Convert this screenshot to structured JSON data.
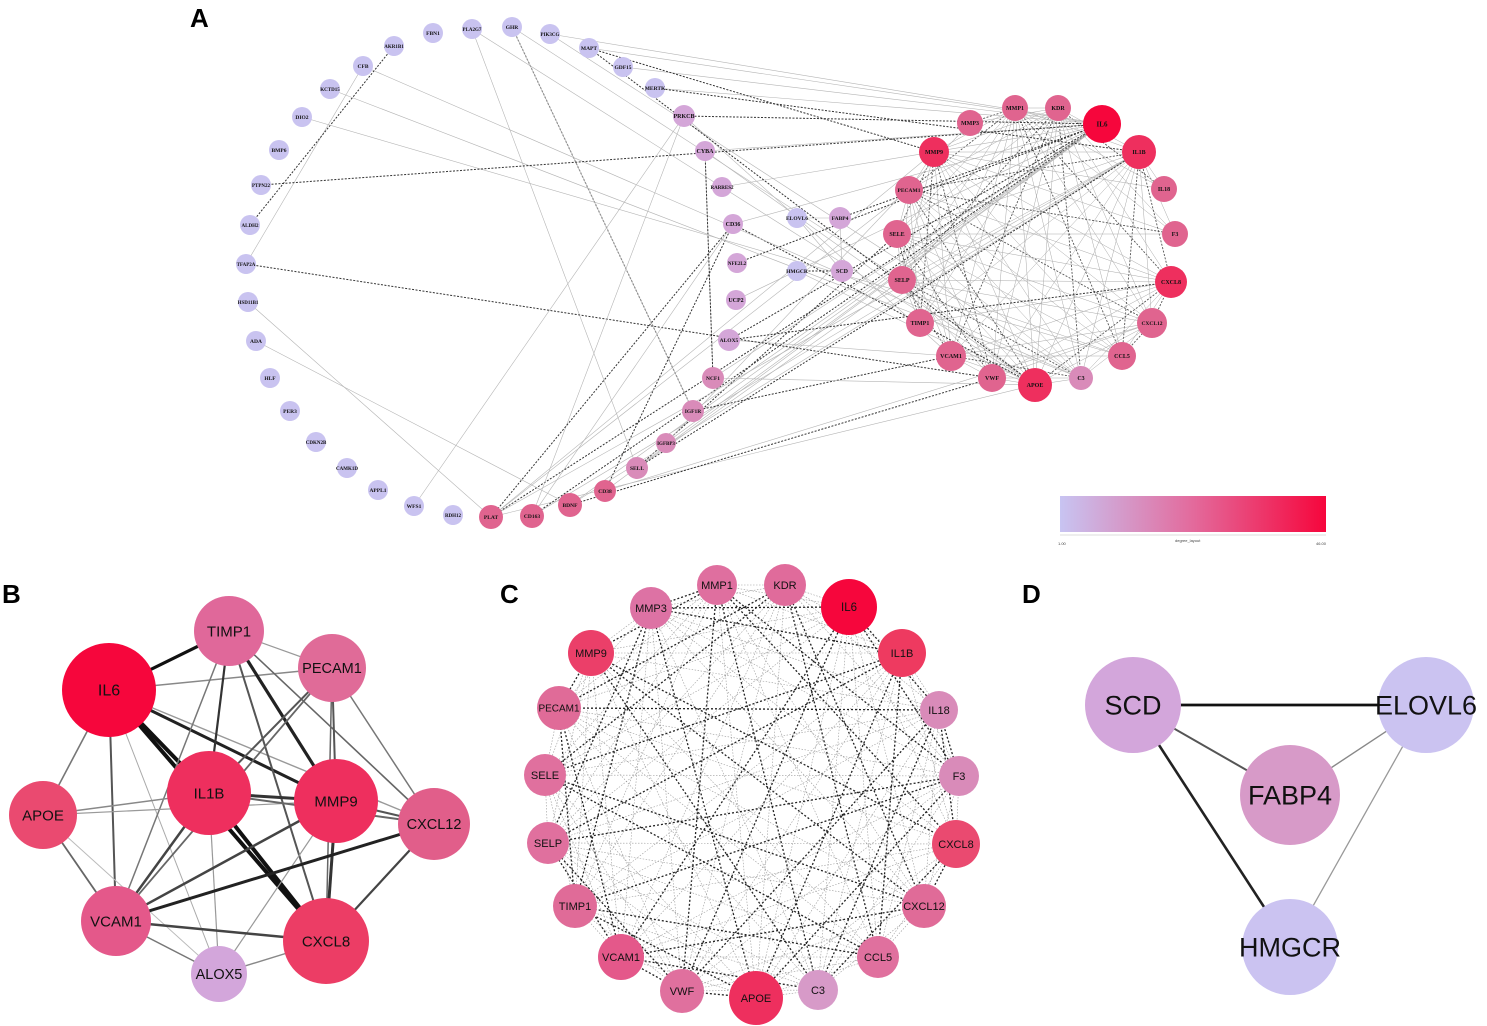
{
  "panels": {
    "A": {
      "letter": "A",
      "legend": {
        "color_low": "#c8c4f2",
        "color_high": "#f6063c",
        "min_label": "1.00",
        "max_label": "46.00",
        "caption": "degree_layout"
      },
      "nodes": [
        "IL6",
        "MMP1",
        "KDR",
        "MMP3",
        "MMP9",
        "IL1B",
        "IL18",
        "PECAM1",
        "SELE",
        "F3",
        "SELP",
        "CXCL8",
        "TIMP1",
        "CXCL12",
        "VCAM1",
        "CCL5",
        "VWF",
        "APOE",
        "C3",
        "FABP4",
        "ELOVL6",
        "SCD",
        "HMGCR",
        "NFE2L2",
        "UCP2",
        "CD36",
        "CYBA",
        "RARRES2",
        "PRKCB",
        "MERTK",
        "GDF15",
        "MAPT",
        "PIK3CG",
        "GHR",
        "PLA2G7",
        "FBN1",
        "AKR1B1",
        "CFB",
        "KCTD15",
        "DIO2",
        "BMP6",
        "PTPN22",
        "ALDH2",
        "TFAP2A",
        "HSD11B1",
        "ADA",
        "HLF",
        "PER3",
        "CDKN2B",
        "CAMK1D",
        "APPL1",
        "WFS1",
        "RDH12",
        "PLAT",
        "CD163",
        "BDNF",
        "CD38",
        "SELL",
        "IGFBP3",
        "IGF1R",
        "NCF1",
        "ALOX5"
      ]
    },
    "B": {
      "letter": "B",
      "nodes": [
        "IL6",
        "TIMP1",
        "PECAM1",
        "APOE",
        "IL1B",
        "MMP9",
        "CXCL12",
        "VCAM1",
        "CXCL8",
        "ALOX5"
      ]
    },
    "C": {
      "letter": "C",
      "nodes": [
        "MMP1",
        "KDR",
        "MMP3",
        "IL6",
        "MMP9",
        "IL1B",
        "PECAM1",
        "IL18",
        "SELE",
        "F3",
        "SELP",
        "CXCL8",
        "TIMP1",
        "CXCL12",
        "VCAM1",
        "CCL5",
        "VWF",
        "APOE",
        "C3"
      ]
    },
    "D": {
      "letter": "D",
      "nodes": [
        "SCD",
        "ELOVL6",
        "FABP4",
        "HMGCR"
      ]
    }
  },
  "colors": {
    "ring_lavender": "#c9c3f0",
    "hub_red": "#f6063c",
    "high_pink": "#ee2f5e",
    "mid_pink": "#e0648f",
    "light_pink": "#d98bb9",
    "soft_purple": "#d4a6d8"
  }
}
